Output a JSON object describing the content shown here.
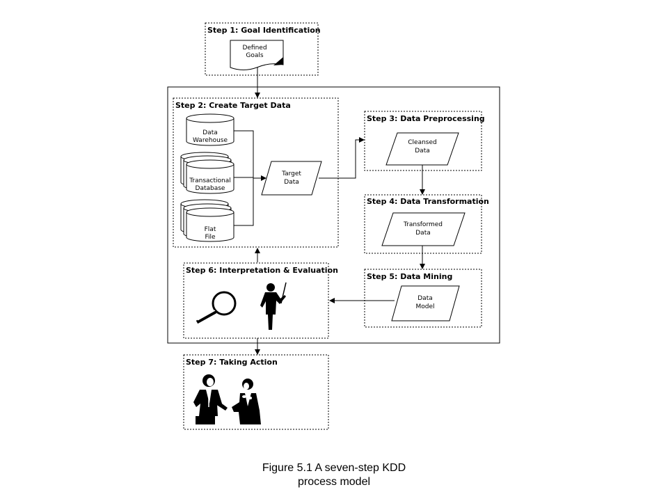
{
  "steps": {
    "step1": "Step 1: Goal Identification",
    "step2": "Step 2: Create Target Data",
    "step3": "Step 3: Data Preprocessing",
    "step4": "Step 4: Data Transformation",
    "step5": "Step 5: Data Mining",
    "step6": "Step 6: Interpretation & Evaluation",
    "step7": "Step 7: Taking Action"
  },
  "nodes": {
    "defined_goals": [
      "Defined",
      "Goals"
    ],
    "data_warehouse": [
      "Data",
      "Warehouse"
    ],
    "transactional_database": [
      "Transactional",
      "Database"
    ],
    "flat_file": [
      "Flat",
      "File"
    ],
    "target_data": [
      "Target",
      "Data"
    ],
    "cleansed_data": [
      "Cleansed",
      "Data"
    ],
    "transformed_data": [
      "Transformed",
      "Data"
    ],
    "data_model": [
      "Data",
      "Model"
    ]
  },
  "icons": [
    "magnifying-glass-icon",
    "presenter-icon",
    "businessmen-icon"
  ],
  "caption": {
    "line1": "Figure 5.1 A seven-step KDD",
    "line2": "process model"
  }
}
